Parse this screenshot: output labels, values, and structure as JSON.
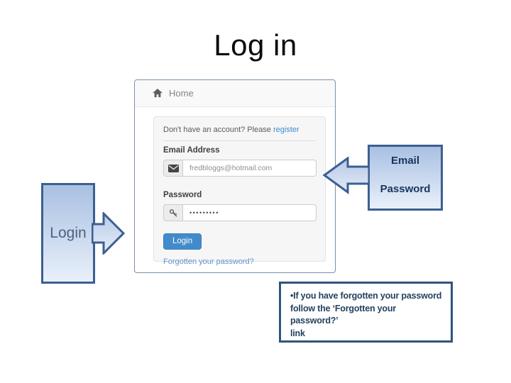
{
  "slide": {
    "title": "Log in"
  },
  "panel": {
    "navbar": {
      "home": "Home"
    },
    "form": {
      "register_prompt": "Don't have an account? Please ",
      "register_link": "register",
      "email_label": "Email Address",
      "email_value": "fredbloggs@hotmail.com",
      "password_label": "Password",
      "password_dots": "•••••••••",
      "login_button": "Login",
      "forgot_link": "Forgotten your password?"
    }
  },
  "callouts": {
    "email_box": {
      "line1": "Email",
      "line2": "Password"
    },
    "login_box": {
      "label": "Login"
    },
    "note": {
      "lines": [
        "•If you have forgotten your password",
        "follow the ‘Forgotten your password?’",
        "link"
      ]
    }
  },
  "colors": {
    "callout_border": "#3c5f92",
    "callout_gradient_top": "#a9c0e2",
    "callout_gradient_bottom": "#e9f0fa",
    "callout_text": "#17365d",
    "button_blue": "#428bca",
    "link_blue": "#428bca",
    "note_border": "#31547a",
    "note_text": "#24425f"
  }
}
